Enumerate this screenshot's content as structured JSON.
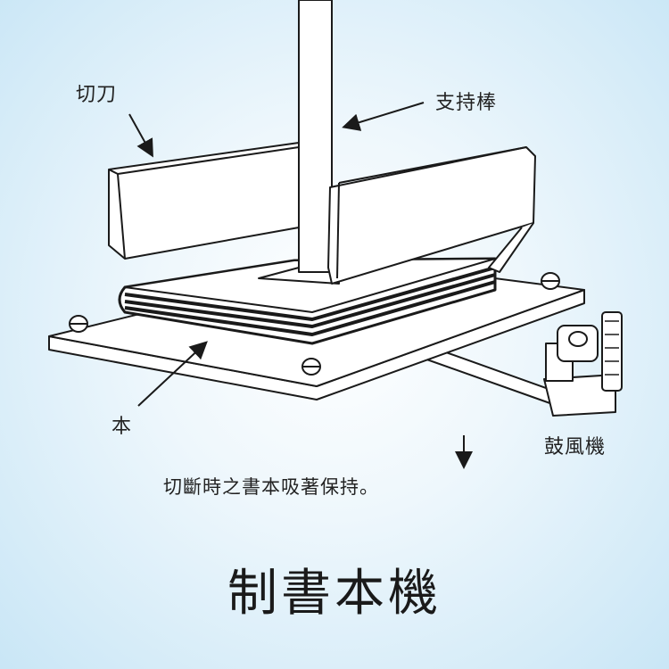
{
  "labels": {
    "blade": "切刀",
    "support_rod": "支持棒",
    "book": "本",
    "blower": "鼓風機",
    "caption": "切斷時之書本吸著保持。"
  },
  "title": "制書本機",
  "colors": {
    "line": "#1a1a1a",
    "fill": "#ffffff",
    "background": "#c9e6f6"
  }
}
